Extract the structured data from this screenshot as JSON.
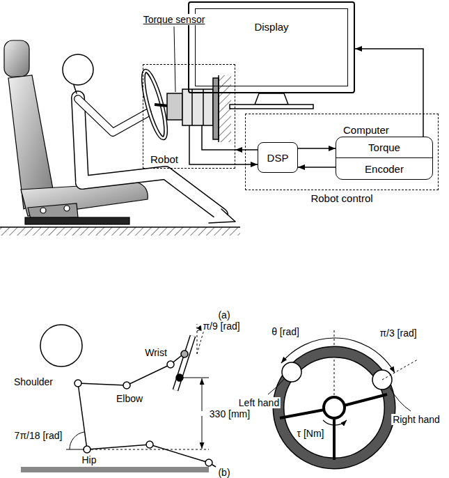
{
  "diagram": {
    "nodes": [
      {
        "text": [
          "Display"
        ]
      },
      {
        "text": [
          "Robot"
        ]
      },
      {
        "text": [
          "Robot control"
        ]
      },
      {
        "text": [
          "Computer"
        ],
        "in": 2
      },
      {
        "text": [
          "Torque"
        ],
        "in": 3
      },
      {
        "text": [
          "Encoder"
        ],
        "in": 3
      },
      {
        "text": [
          "DSP"
        ],
        "in": 2
      }
    ],
    "edges": [
      {
        "from": 6,
        "to": 1,
        "arrow": "to"
      },
      {
        "from": 1,
        "to": 6,
        "arrow": "to"
      },
      {
        "from": 6,
        "to": 3,
        "arrow": "to"
      },
      {
        "from": 3,
        "to": 6,
        "arrow": "to"
      },
      {
        "from": 3,
        "to": 0,
        "arrow": "to"
      }
    ],
    "labels": [
      "Torque sensor",
      "(a)",
      "Shoulder",
      "Elbow",
      "Wrist",
      "π/9 [rad]",
      "330 [mm]",
      "7π/18 [rad]",
      "Hip",
      "θ [rad]",
      "π/3 [rad]",
      "Left hand",
      "Right hand",
      "τ [Nm]",
      "(b)"
    ]
  }
}
